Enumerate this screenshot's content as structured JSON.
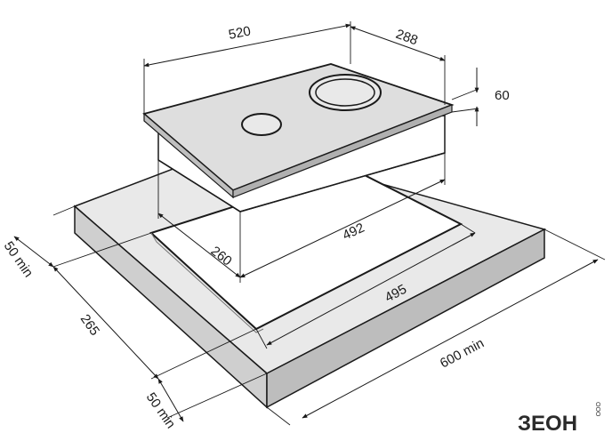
{
  "diagram": {
    "dimensions": {
      "top_width": "520",
      "top_depth": "288",
      "height": "60",
      "cutout_depth": "260",
      "cutout_width": "492",
      "cutout_width_outer": "495",
      "front_margin": "50 min",
      "side_depth": "265",
      "back_margin": "50 min",
      "counter_width": "600 min"
    },
    "logo": {
      "brand": "ЗЕОН",
      "subtitle": "ООО"
    }
  }
}
